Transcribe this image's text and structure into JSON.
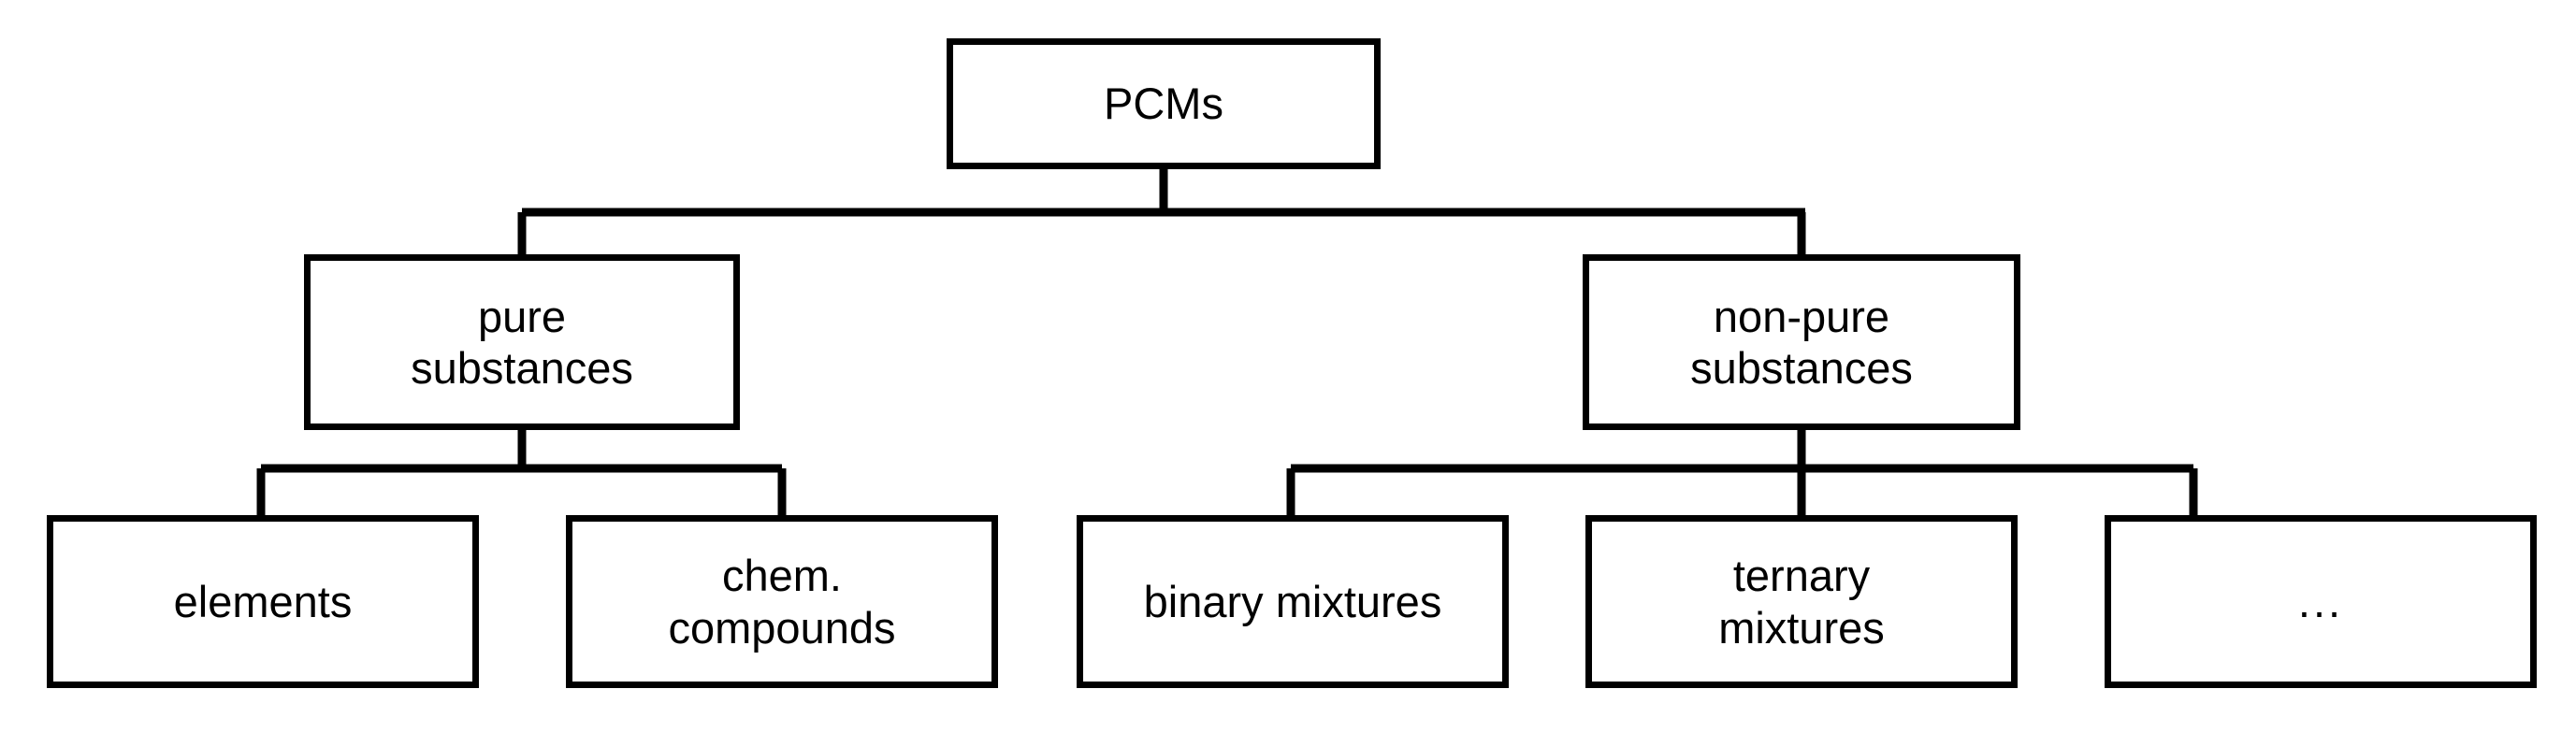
{
  "diagram": {
    "type": "hierarchy-tree",
    "title": "PCMs classification",
    "orientation": "top-down",
    "colors": {
      "background": "#ffffff",
      "box_border": "#000000",
      "box_fill": "#ffffff",
      "connector": "#000000",
      "text": "#000000"
    },
    "levels": [
      {
        "level": 0,
        "nodes": [
          {
            "id": "pcms",
            "label": "PCMs"
          }
        ]
      },
      {
        "level": 1,
        "nodes": [
          {
            "id": "pure",
            "label": "pure\nsubstances"
          },
          {
            "id": "nonpure",
            "label": "non-pure\nsubstances"
          }
        ]
      },
      {
        "level": 2,
        "nodes": [
          {
            "id": "elements",
            "label": "elements"
          },
          {
            "id": "compounds",
            "label": "chem.\ncompounds"
          },
          {
            "id": "binary",
            "label": "binary mixtures"
          },
          {
            "id": "ternary",
            "label": "ternary\nmixtures"
          },
          {
            "id": "more",
            "label": "..."
          }
        ]
      }
    ],
    "edges": [
      {
        "from": "pcms",
        "to": "pure"
      },
      {
        "from": "pcms",
        "to": "nonpure"
      },
      {
        "from": "pure",
        "to": "elements"
      },
      {
        "from": "pure",
        "to": "compounds"
      },
      {
        "from": "nonpure",
        "to": "binary"
      },
      {
        "from": "nonpure",
        "to": "ternary"
      },
      {
        "from": "nonpure",
        "to": "more"
      }
    ]
  },
  "nodes": {
    "pcms": {
      "label": "PCMs"
    },
    "pure": {
      "label": "pure\nsubstances"
    },
    "nonpure": {
      "label": "non-pure\nsubstances"
    },
    "elements": {
      "label": "elements"
    },
    "compounds": {
      "label": "chem.\ncompounds"
    },
    "binary": {
      "label": "binary mixtures"
    },
    "ternary": {
      "label": "ternary\nmixtures"
    },
    "more": {
      "label": "..."
    }
  }
}
